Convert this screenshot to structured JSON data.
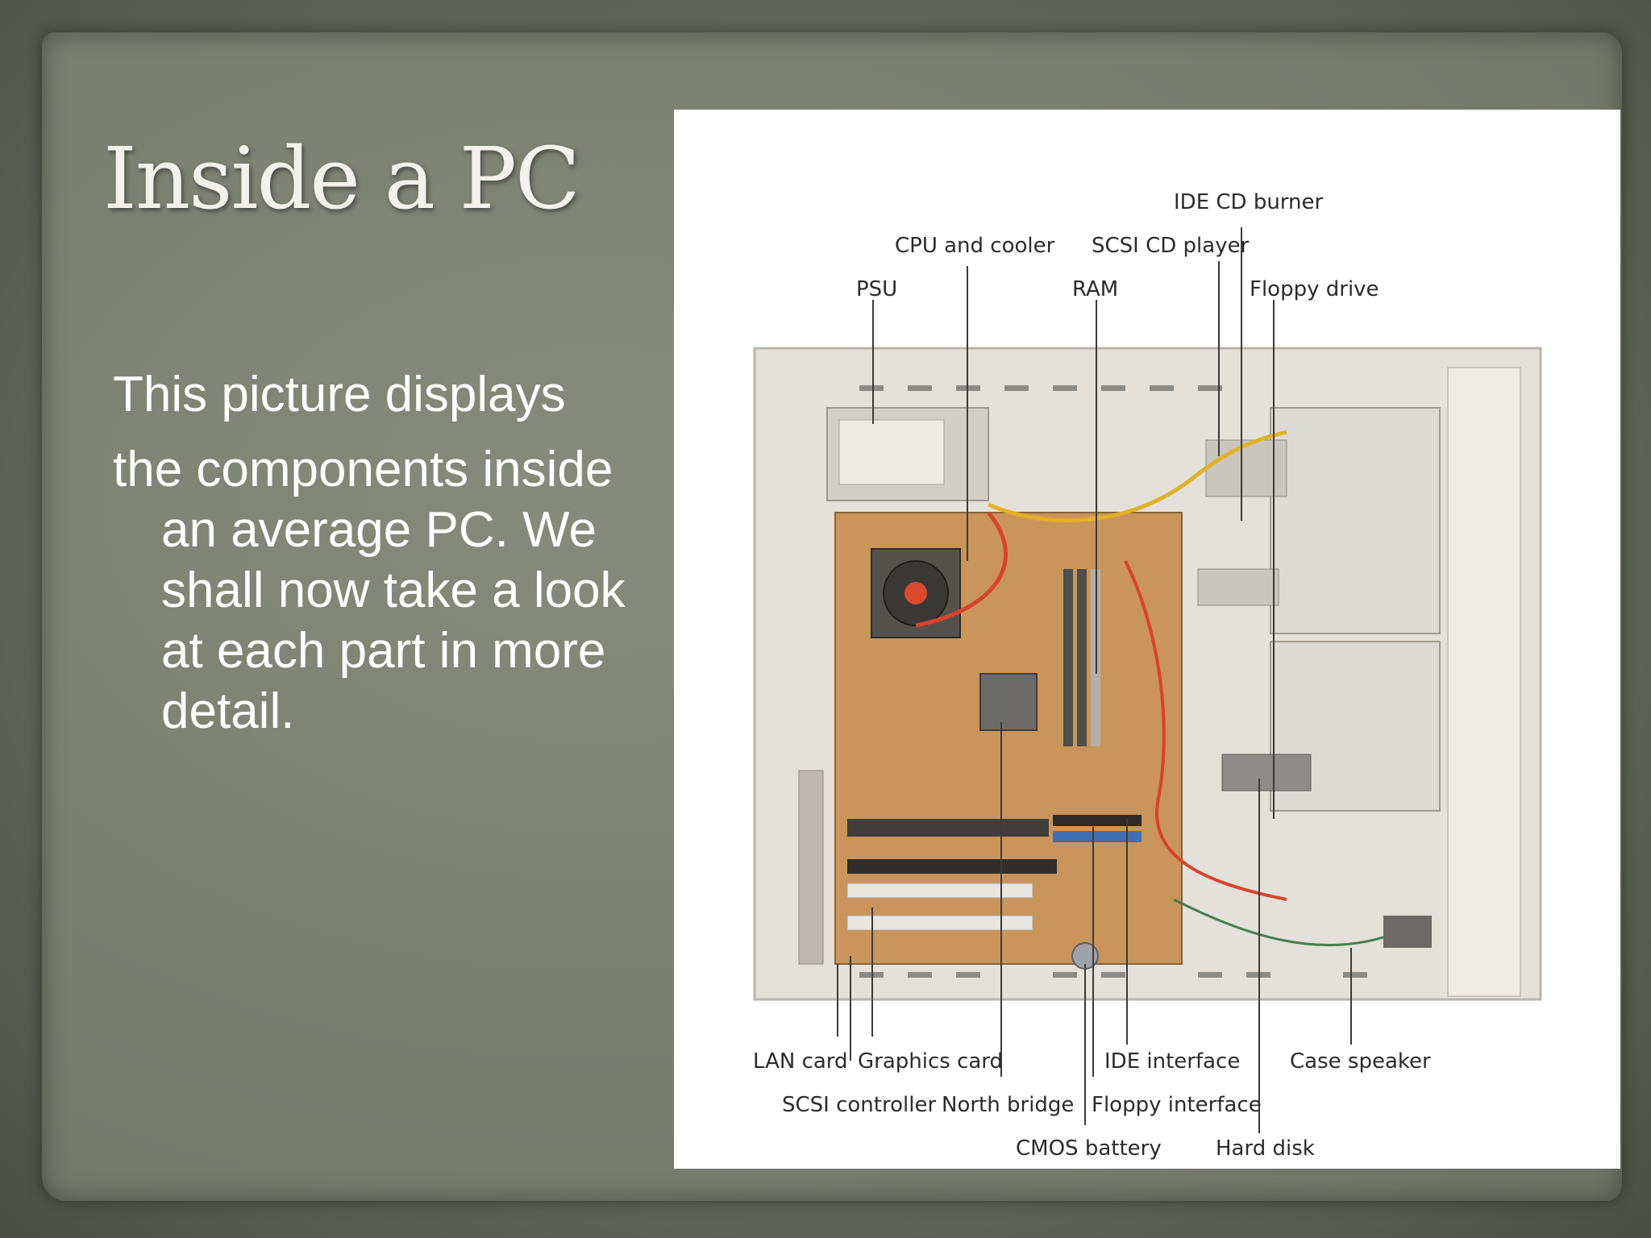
{
  "slide": {
    "title": "Inside a PC",
    "paragraphs": [
      "This picture displays",
      "the components inside an average PC. We shall now take a look at each part in more detail."
    ]
  },
  "figure": {
    "labels": {
      "ide_cd_burner": "IDE CD burner",
      "cpu_and_cooler": "CPU and cooler",
      "scsi_cd_player": "SCSI CD player",
      "psu": "PSU",
      "ram": "RAM",
      "floppy_drive": "Floppy drive",
      "lan_card": "LAN card",
      "graphics_card": "Graphics card",
      "ide_interface": "IDE interface",
      "case_speaker": "Case speaker",
      "scsi_controller": "SCSI controller",
      "north_bridge": "North bridge",
      "floppy_interface": "Floppy interface",
      "cmos_battery": "CMOS battery",
      "hard_disk": "Hard disk"
    }
  },
  "colors": {
    "background": "#5c6254",
    "paper": "#7a7f70",
    "title_text": "#f2f1ea",
    "body_text": "#ffffff",
    "motherboard": "#c9955a"
  }
}
